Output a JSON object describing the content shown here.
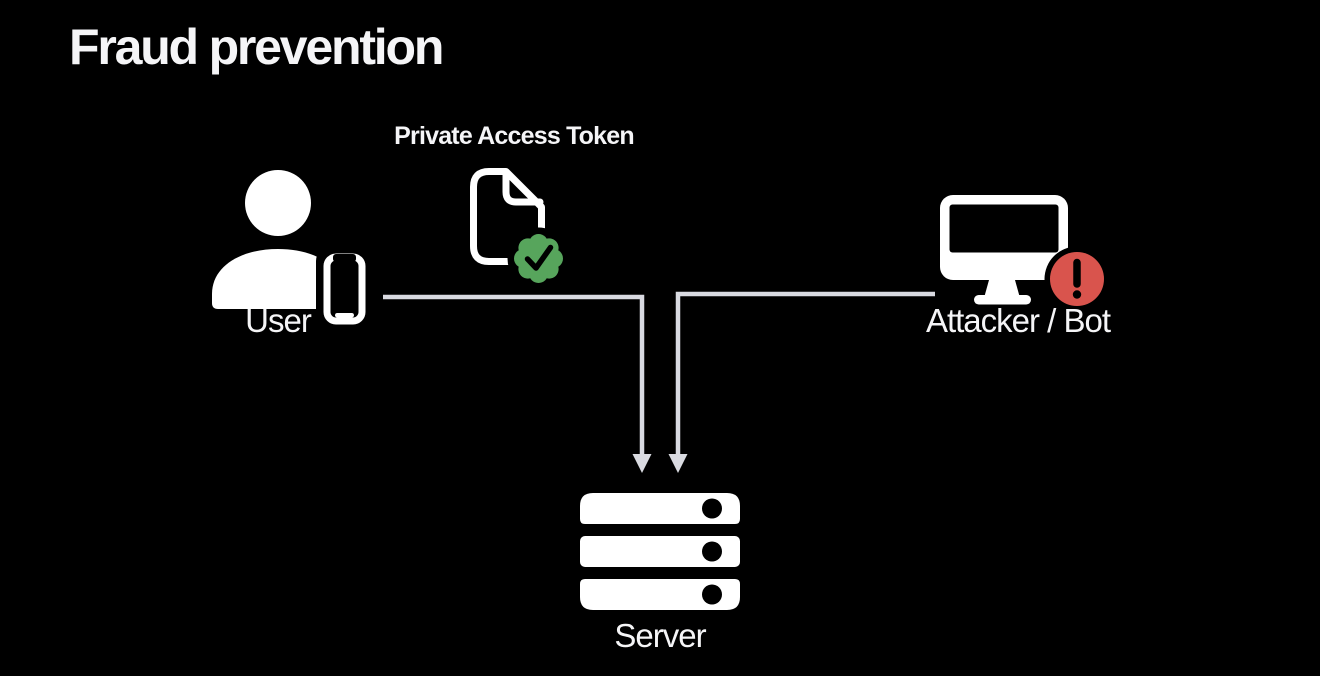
{
  "title": "Fraud prevention",
  "colors": {
    "background": "#000000",
    "icon": "#ffffff",
    "text": "#f5f5f7",
    "connector": "#d9dae1",
    "seal-green": "#57a55c",
    "alert-red": "#d9544d"
  },
  "nodes": {
    "user": {
      "label": "User",
      "icon": "person-with-iphone-icon"
    },
    "token": {
      "label": "Private Access Token",
      "icon": "document-with-checkmark-seal-icon"
    },
    "attacker": {
      "label": "Attacker / Bot",
      "icon": "desktop-with-alert-badge-icon"
    },
    "server": {
      "label": "Server",
      "icon": "server-rack-icon"
    }
  },
  "connections": [
    {
      "from": "User",
      "to": "Server"
    },
    {
      "from": "Attacker / Bot",
      "to": "Server"
    }
  ]
}
